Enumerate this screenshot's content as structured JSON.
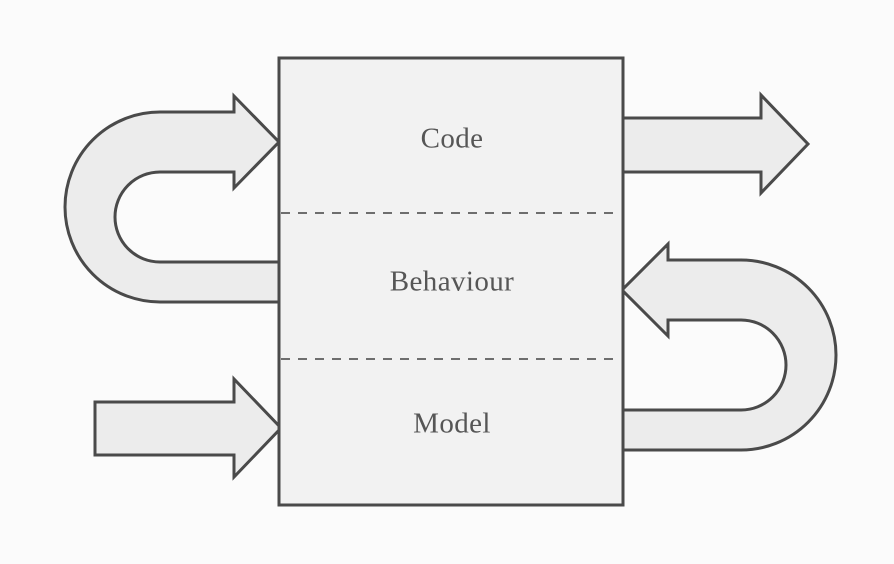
{
  "diagram": {
    "title": "Code / Behaviour / Model feedback diagram",
    "background_color": "#fbfbfb",
    "box": {
      "fill_color": "#f2f2f2",
      "stroke_color": "#4a4a4a",
      "layers": [
        {
          "key": "code",
          "label": "Code"
        },
        {
          "key": "behaviour",
          "label": "Behaviour"
        },
        {
          "key": "model",
          "label": "Model"
        }
      ]
    },
    "arrows": [
      {
        "key": "left-feedback-loop",
        "name": "left-loop-arrow",
        "shape": "u-turn-loop",
        "direction": "right",
        "enters_layer": "Code",
        "exits_layer": "Behaviour",
        "fill_color": "#ececec"
      },
      {
        "key": "code-output",
        "name": "code-output-arrow",
        "shape": "straight",
        "direction": "right",
        "exits_layer": "Code",
        "fill_color": "#ececec"
      },
      {
        "key": "right-feedback-loop",
        "name": "right-loop-arrow",
        "shape": "u-turn-loop",
        "direction": "left",
        "enters_layer": "Behaviour",
        "exits_layer": "Model",
        "fill_color": "#ececec"
      },
      {
        "key": "model-input",
        "name": "model-input-arrow",
        "shape": "straight",
        "direction": "right",
        "enters_layer": "Model",
        "fill_color": "#ececec"
      }
    ],
    "dividers": [
      {
        "key": "code-behaviour-divider",
        "style": "dashed"
      },
      {
        "key": "behaviour-model-divider",
        "style": "dashed"
      }
    ]
  }
}
